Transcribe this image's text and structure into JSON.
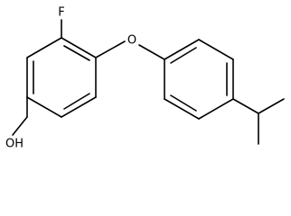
{
  "molecule": {
    "atom_labels": {
      "fluorine": "F",
      "ether_oxygen": "O",
      "hydroxyl": "OH"
    },
    "colors": {
      "bond": "#000000",
      "label": "#000000",
      "background": "#ffffff"
    }
  }
}
